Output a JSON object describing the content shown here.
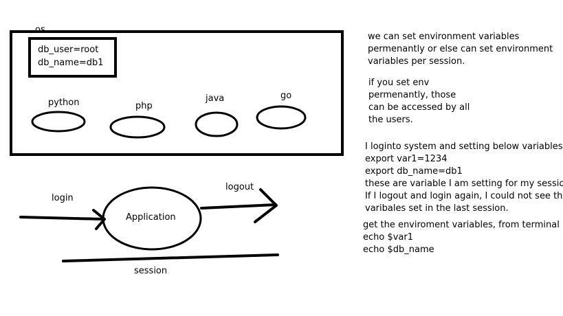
{
  "os_box": {
    "label": "os",
    "env_vars": [
      "db_user=root",
      "db_name=db1"
    ],
    "languages": [
      "python",
      "php",
      "java",
      "go"
    ]
  },
  "session_diagram": {
    "login": "login",
    "application": "Application",
    "logout": "logout",
    "session": "session"
  },
  "notes": {
    "intro": [
      "we can set environment variables",
      "permenantly or else can set environment",
      "variables per session."
    ],
    "permanent": [
      "if you set env",
      "permenantly, those",
      "can be accessed by all",
      "the users."
    ],
    "session": [
      "I loginto system and setting below variables",
      "export var1=1234",
      "export db_name=db1",
      "these are variable I am setting for my session.",
      "If I logout and login again, I could not see the",
      "varibales set in the last session."
    ],
    "commands": [
      "get the enviroment variables, from terminal",
      "echo $var1",
      "echo $db_name"
    ]
  }
}
